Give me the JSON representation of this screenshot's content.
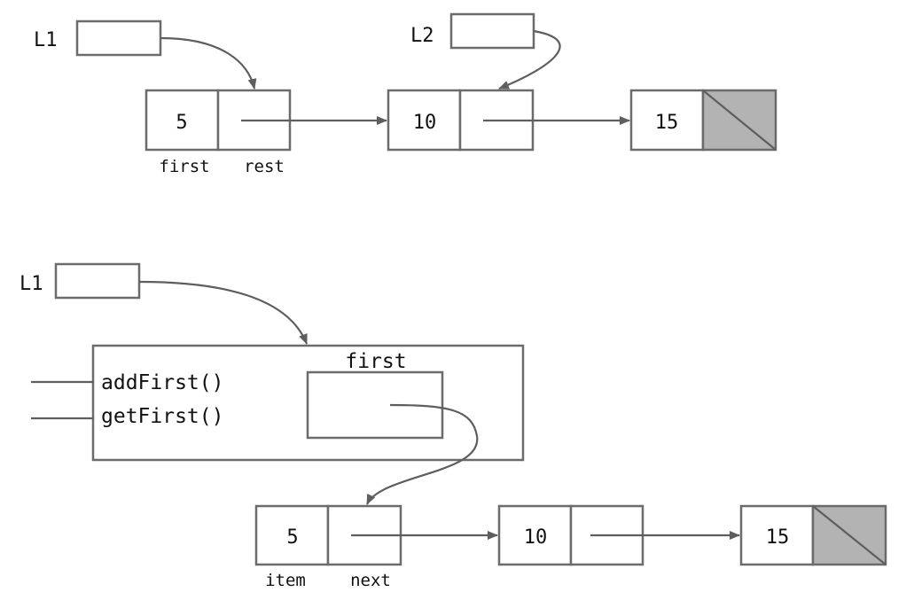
{
  "diagram1": {
    "var_label": "L1",
    "var2_label": "L2",
    "node_values": [
      "5",
      "10",
      "15"
    ],
    "field_labels": {
      "first": "first",
      "rest": "rest"
    }
  },
  "diagram2": {
    "var_label": "L1",
    "container_field_label": "first",
    "methods": [
      "addFirst()",
      "getFirst()"
    ],
    "node_values": [
      "5",
      "10",
      "15"
    ],
    "field_labels": {
      "item": "item",
      "next": "next"
    }
  },
  "colors": {
    "stroke": "#6b6b6b",
    "nil_fill": "#b3b3b3",
    "text": "#111111"
  }
}
